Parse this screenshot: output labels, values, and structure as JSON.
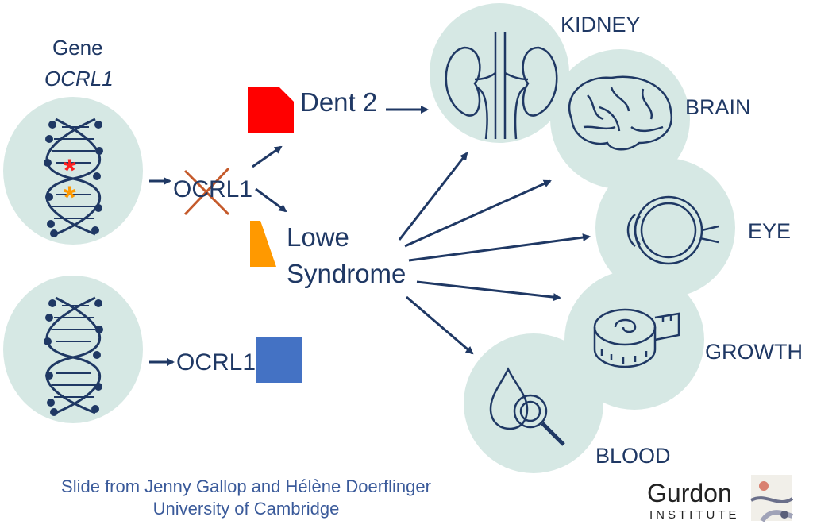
{
  "gene": {
    "line1": "Gene",
    "line2": "OCRL1"
  },
  "protein": {
    "mutant": "OCRL1",
    "normal": "OCRL1"
  },
  "diseases": {
    "dent": "Dent 2",
    "lowe_line1": "Lowe",
    "lowe_line2": "Syndrome"
  },
  "organs": {
    "kidney": "KIDNEY",
    "brain": "BRAIN",
    "eye": "EYE",
    "growth": "GROWTH",
    "blood": "BLOOD"
  },
  "credit": {
    "line1": "Slide from Jenny Gallop and Hélène Doerflinger",
    "line2": "University of Cambridge"
  },
  "logo": {
    "name": "Gurdon",
    "sub": "INSTITUTE"
  },
  "colors": {
    "text": "#1f3864",
    "circle": "#d6e8e4",
    "dent_shape": "#ff0000",
    "lowe_shape": "#ff9900",
    "normal_shape": "#4472c4",
    "cross": "#c55a2b",
    "star_red": "#ff2020",
    "star_orange": "#ff9900"
  }
}
